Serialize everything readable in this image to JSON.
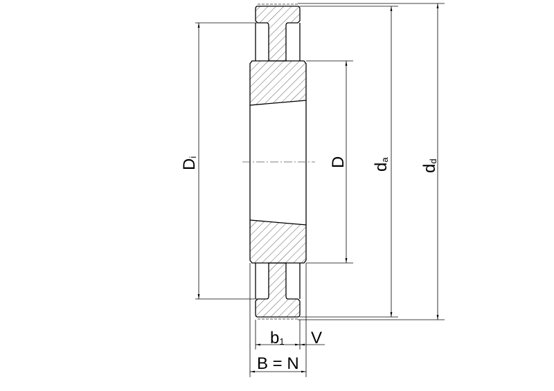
{
  "labels": {
    "Di": {
      "main": "D",
      "sub": "i"
    },
    "D": {
      "main": "D"
    },
    "da": {
      "main": "d",
      "sub": "a"
    },
    "dd": {
      "main": "d",
      "sub": "d"
    },
    "b1": {
      "main": "b",
      "sub": "1"
    },
    "V": {
      "main": "V"
    },
    "BN": {
      "main": "B = N"
    }
  },
  "colors": {
    "line": "#000000",
    "hatch": "#333333"
  }
}
